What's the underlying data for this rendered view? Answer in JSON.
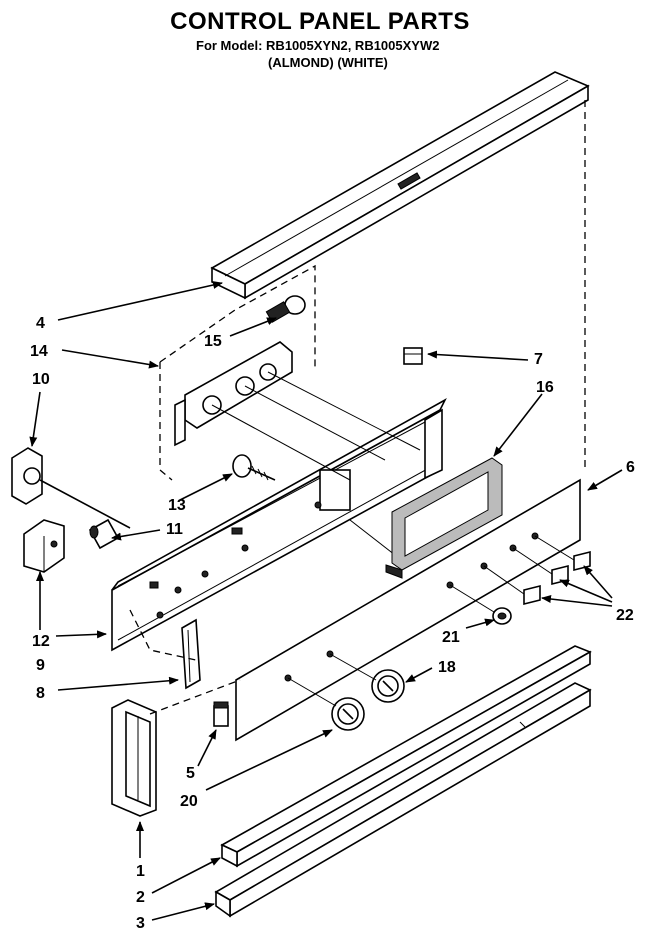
{
  "header": {
    "title": "CONTROL PANEL PARTS",
    "models": "For Model: RB1005XYN2, RB1005XYW2",
    "variants": "(ALMOND)  (WHITE)"
  },
  "callouts": [
    {
      "id": "c1",
      "label": "1"
    },
    {
      "id": "c2",
      "label": "2"
    },
    {
      "id": "c3",
      "label": "3"
    },
    {
      "id": "c4",
      "label": "4"
    },
    {
      "id": "c5",
      "label": "5"
    },
    {
      "id": "c6",
      "label": "6"
    },
    {
      "id": "c7",
      "label": "7"
    },
    {
      "id": "c8",
      "label": "8"
    },
    {
      "id": "c9",
      "label": "9"
    },
    {
      "id": "c10",
      "label": "10"
    },
    {
      "id": "c11",
      "label": "11"
    },
    {
      "id": "c12",
      "label": "12"
    },
    {
      "id": "c13",
      "label": "13"
    },
    {
      "id": "c14",
      "label": "14"
    },
    {
      "id": "c15",
      "label": "15"
    },
    {
      "id": "c16",
      "label": "16"
    },
    {
      "id": "c18",
      "label": "18"
    },
    {
      "id": "c20",
      "label": "20"
    },
    {
      "id": "c21",
      "label": "21"
    },
    {
      "id": "c22",
      "label": "22"
    }
  ]
}
